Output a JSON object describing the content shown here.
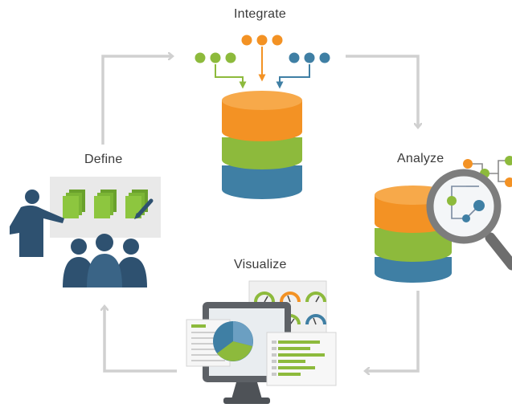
{
  "diagram": {
    "stages": [
      {
        "id": "integrate",
        "label": "Integrate"
      },
      {
        "id": "analyze",
        "label": "Analyze"
      },
      {
        "id": "visualize",
        "label": "Visualize"
      },
      {
        "id": "define",
        "label": "Define"
      }
    ],
    "flow": [
      "define",
      "integrate",
      "analyze",
      "visualize",
      "define"
    ]
  },
  "colors": {
    "orange": "#f39224",
    "green": "#8dba3c",
    "blue": "#3f7fa4",
    "person": "#2e5170",
    "arrow": "#d0d0d0",
    "board": "#e9e9e9",
    "card_green": "#8dc63f",
    "lens_ring": "#7d7d7d",
    "monitor": "#5d6166",
    "text": "#3a3a3a"
  },
  "icons": {
    "database": "database-icon",
    "presenter": "presenter-icon",
    "audience": "audience-icon",
    "magnifier": "magnifying-glass-icon",
    "monitor": "monitor-icon",
    "pie": "pie-chart-icon",
    "gauges": "gauge-icon",
    "bars": "bar-chart-icon",
    "pencil": "pencil-icon"
  }
}
